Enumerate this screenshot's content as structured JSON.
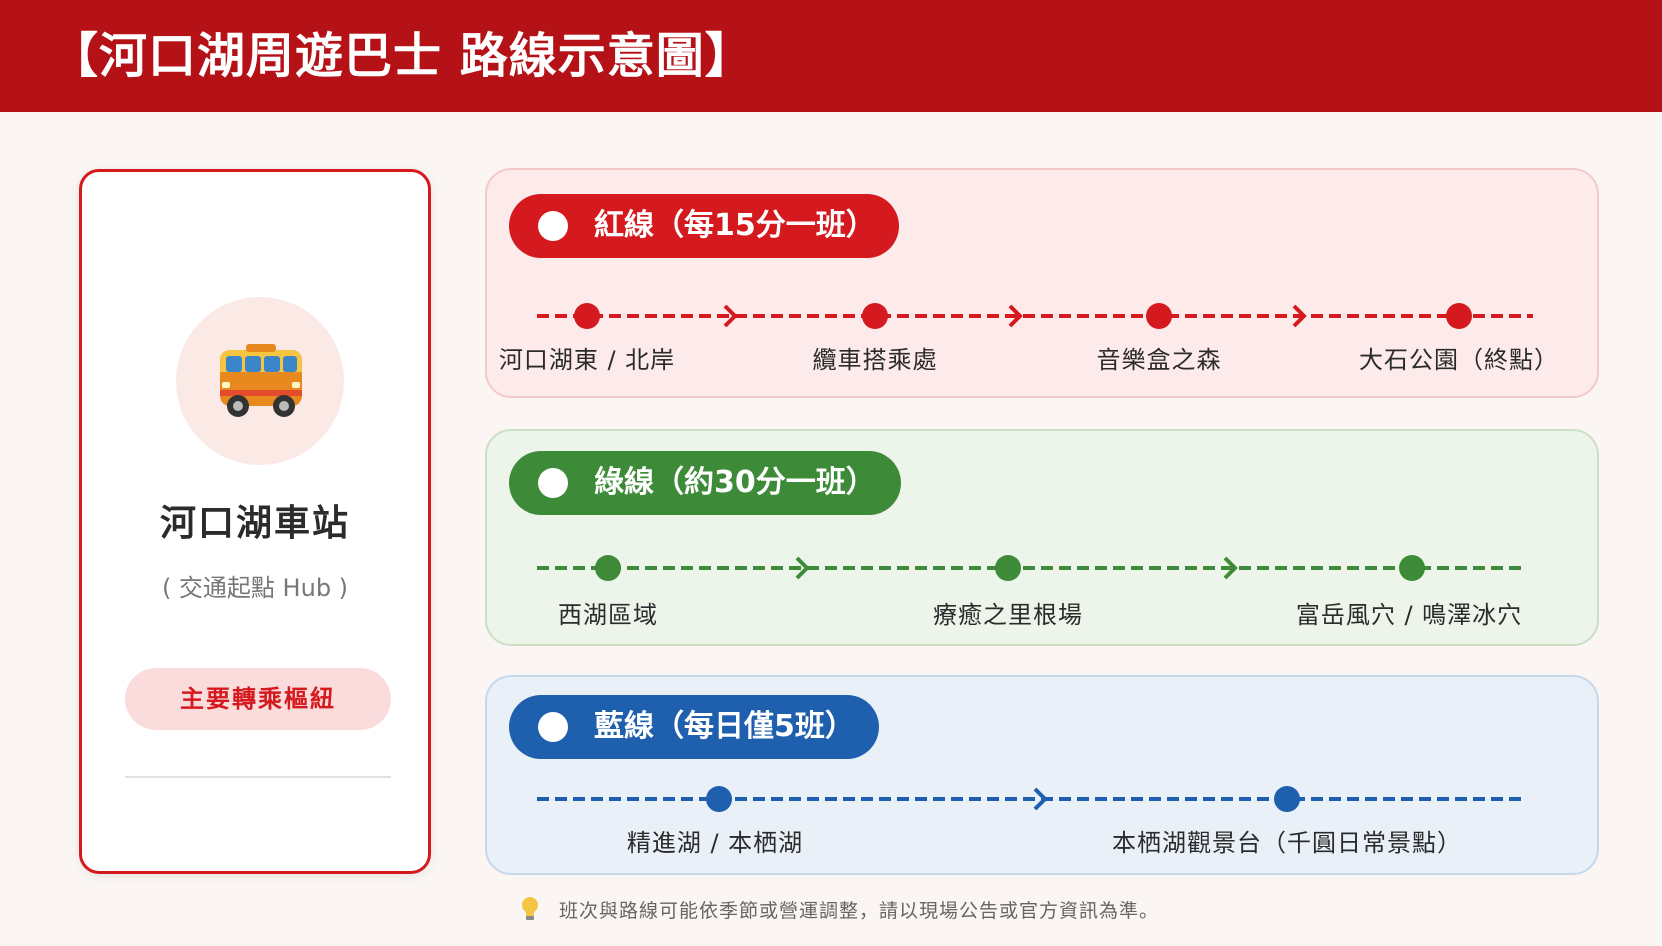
{
  "header": {
    "title": "【河口湖周遊巴士 路線示意圖】"
  },
  "hub": {
    "icon": "bus-icon",
    "name": "河口湖車站",
    "subtitle": "( 交通起點 Hub )",
    "badge": "主要轉乘樞紐"
  },
  "routes": [
    {
      "id": "red",
      "label": "紅線（每15分一班）",
      "color": "#d51a1f",
      "stops": [
        "河口湖東 / 北岸",
        "纜車搭乘處",
        "音樂盒之森",
        "大石公園（終點）"
      ]
    },
    {
      "id": "green",
      "label": "綠線（約30分一班）",
      "color": "#3d8b38",
      "stops": [
        "西湖區域",
        "療癒之里根場",
        "富岳風穴 / 鳴澤冰穴"
      ]
    },
    {
      "id": "blue",
      "label": "藍線（每日僅5班）",
      "color": "#1e5fae",
      "stops": [
        "精進湖 / 本栖湖",
        "本栖湖觀景台（千圓日常景點）"
      ]
    }
  ],
  "footnote": {
    "icon": "lightbulb-icon",
    "text": "班次與路線可能依季節或營運調整，請以現場公告或官方資訊為準。"
  }
}
